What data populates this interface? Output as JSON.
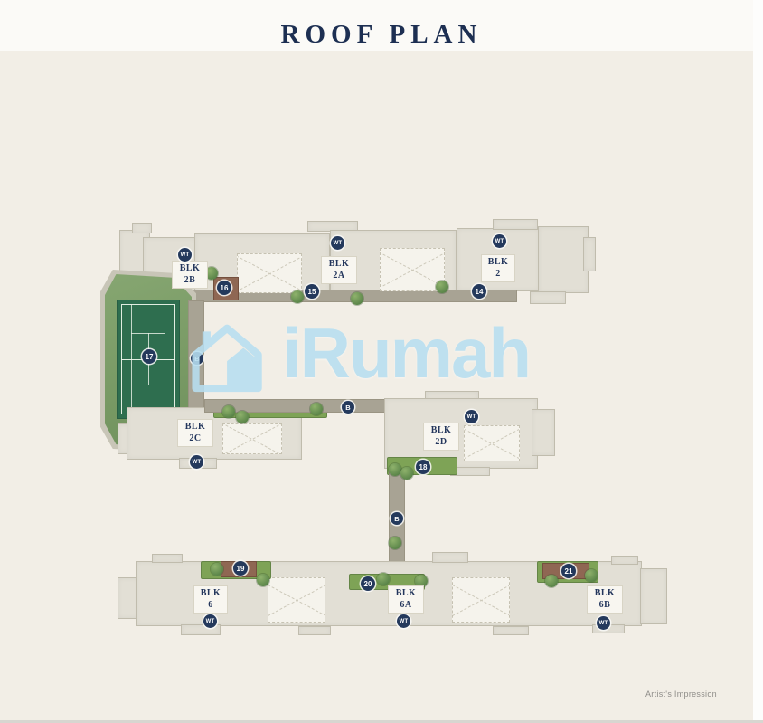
{
  "title": "ROOF PLAN",
  "attribution": "Artist's Impression",
  "watermark": {
    "text": "iRumah",
    "icon": "house-icon"
  },
  "labels": {
    "wt": "WT",
    "path_node": "B"
  },
  "blocks": [
    {
      "prefix": "BLK",
      "id": "2B"
    },
    {
      "prefix": "BLK",
      "id": "2A"
    },
    {
      "prefix": "BLK",
      "id": "2"
    },
    {
      "prefix": "BLK",
      "id": "2C"
    },
    {
      "prefix": "BLK",
      "id": "2D"
    },
    {
      "prefix": "BLK",
      "id": "6"
    },
    {
      "prefix": "BLK",
      "id": "6A"
    },
    {
      "prefix": "BLK",
      "id": "6B"
    }
  ],
  "markers": {
    "m14": "14",
    "m15": "15",
    "m16": "16",
    "m17": "17",
    "m18": "18",
    "m19": "19",
    "m20": "20",
    "m21": "21"
  },
  "colors": {
    "accent_navy": "#24395c",
    "background": "#f2eee6",
    "court_green": "#2e6e4f",
    "watermark_blue": "#b7dff1",
    "path_olive": "#a8a394",
    "building_gray": "#e2dfd5"
  }
}
